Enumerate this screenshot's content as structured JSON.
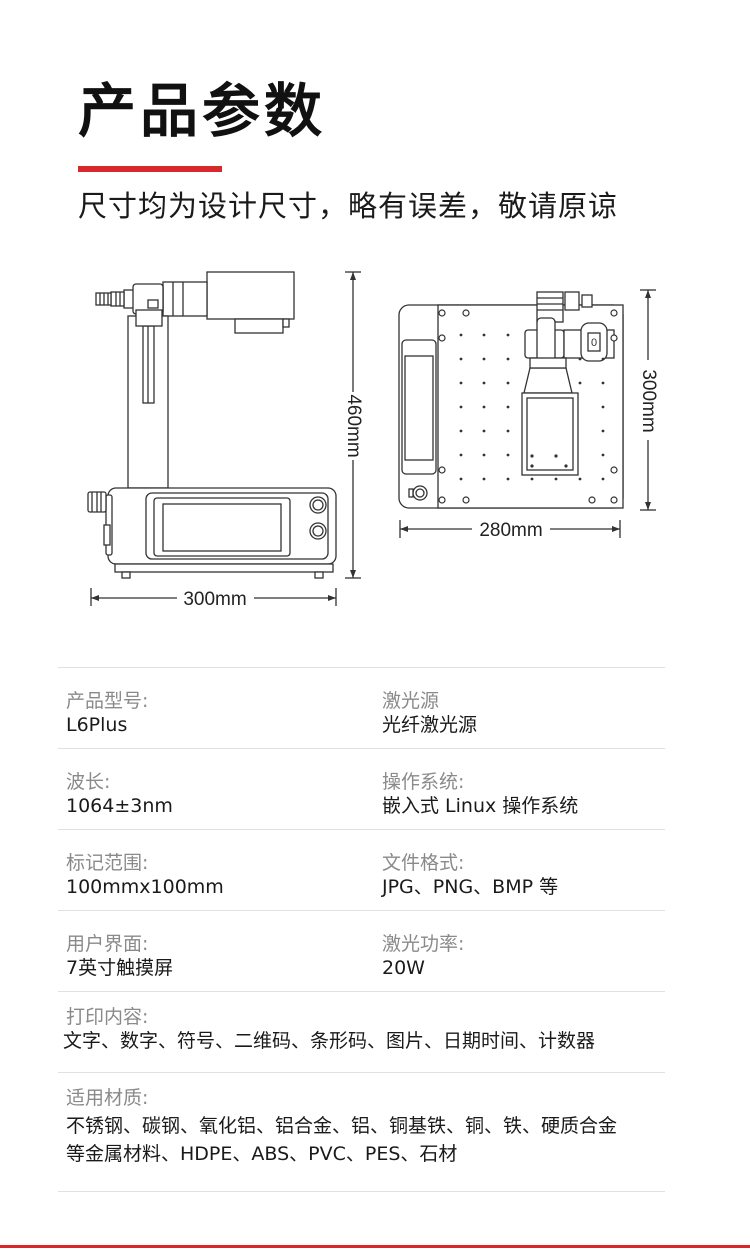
{
  "header": {
    "title": "产品参数",
    "subtitle": "尺寸均为设计尺寸，略有误差，敬请原谅",
    "accent_color": "#d7282b"
  },
  "drawing": {
    "side_width": "300mm",
    "side_height": "460mm",
    "top_width": "280mm",
    "top_depth": "300mm",
    "knob_label": "0"
  },
  "specs": {
    "model_label": "产品型号:",
    "model_value": "L6Plus",
    "source_label": "激光源",
    "source_value": "光纤激光源",
    "wavelength_label": "波长:",
    "wavelength_value": "1064±3nm",
    "os_label": "操作系统:",
    "os_value": "嵌入式 Linux 操作系统",
    "area_label": "标记范围:",
    "area_value": "100mmx100mm",
    "format_label": "文件格式:",
    "format_value": "JPG、PNG、BMP 等",
    "ui_label": "用户界面:",
    "ui_value": "7英寸触摸屏",
    "power_label": "激光功率:",
    "power_value": "20W",
    "content_label": "打印内容:",
    "content_value": "文字、数字、符号、二维码、条形码、图片、日期时间、计数器",
    "material_label": "适用材质:",
    "material_line1": "不锈钢、碳钢、氧化铝、铝合金、铝、铜基铁、铜、铁、硬质合金",
    "material_line2": "等金属材料、HDPE、ABS、PVC、PES、石材"
  }
}
